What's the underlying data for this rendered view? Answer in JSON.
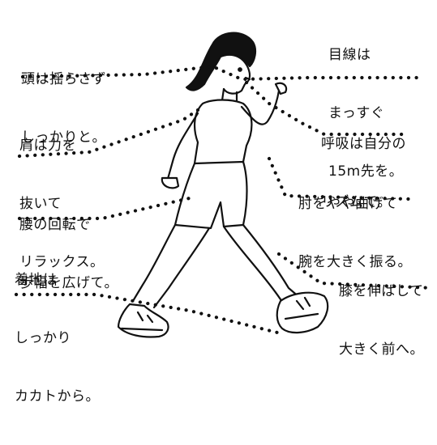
{
  "labels": {
    "head": {
      "line1": "頭は揺らさず",
      "line2": "しっかりと。"
    },
    "gaze": {
      "line1": "目線は",
      "line2": "まっすぐ",
      "line3": "15m先を。"
    },
    "shoulder": {
      "line1": "肩は力を",
      "line2": "抜いて",
      "line3": "リラックス。"
    },
    "breathing": {
      "line1": "呼吸は自分の",
      "line2": "リズムで。"
    },
    "elbow": {
      "line1": "肘をやや曲げて",
      "line2": "腕を大きく振る。"
    },
    "hips": {
      "line1": "腰の回転で",
      "line2": "歩幅を広げて。"
    },
    "landing": {
      "line1": "着地は",
      "line2": "しっかり",
      "line3": "カカトから。"
    },
    "knee": {
      "line1": "膝を伸ばして",
      "line2": "大きく前へ。"
    }
  },
  "colors": {
    "ink": "#111111",
    "paper": "#ffffff"
  }
}
